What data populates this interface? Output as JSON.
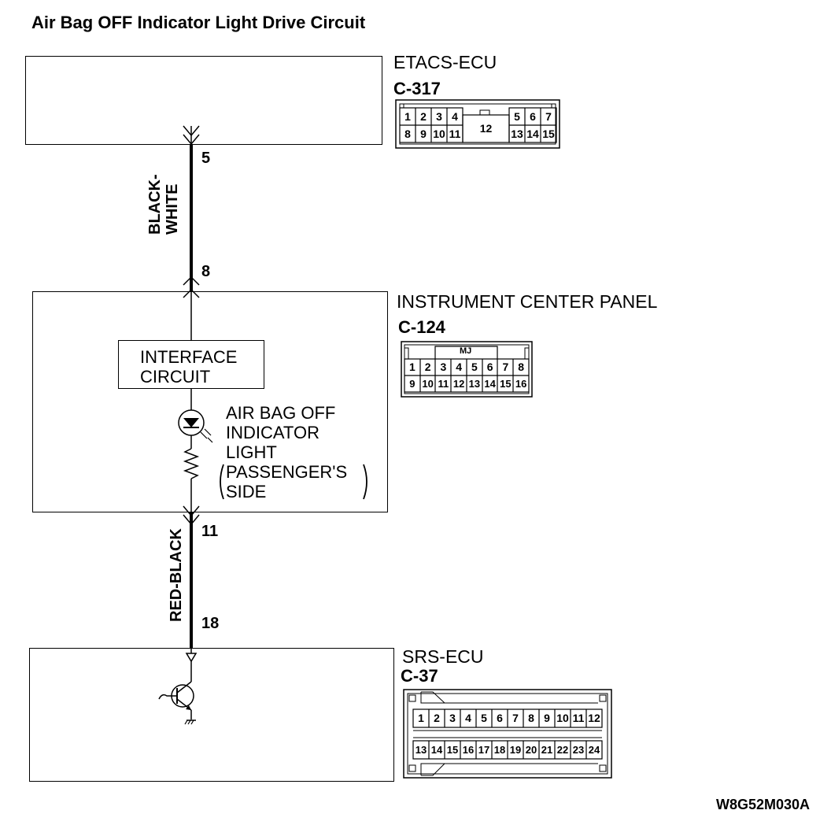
{
  "title": "Air Bag OFF Indicator Light Drive Circuit",
  "components": {
    "etacs": {
      "name": "ETACS-ECU",
      "connector": "C-317"
    },
    "icp": {
      "name": "INSTRUMENT CENTER PANEL",
      "connector": "C-124",
      "connector_tag": "MJ"
    },
    "srs": {
      "name": "SRS-ECU",
      "connector": "C-37"
    }
  },
  "interface": {
    "line1": "INTERFACE",
    "line2": "CIRCUIT"
  },
  "indicator": {
    "line1": "AIR BAG OFF",
    "line2": "INDICATOR",
    "line3": "LIGHT",
    "line4": "PASSENGER'S",
    "line5": "SIDE"
  },
  "wires": {
    "upper": {
      "line1": "BLACK-",
      "line2": "WHITE",
      "pin_top": "5",
      "pin_bottom": "8"
    },
    "lower": {
      "label": "RED-BLACK",
      "pin_top": "11",
      "pin_bottom": "18"
    }
  },
  "connector_c317": {
    "left_top": [
      "1",
      "2",
      "3",
      "4"
    ],
    "left_bottom": [
      "8",
      "9",
      "10",
      "11"
    ],
    "center": "12",
    "right_top": [
      "5",
      "6",
      "7"
    ],
    "right_bottom": [
      "13",
      "14",
      "15"
    ]
  },
  "connector_c124": {
    "top": [
      "1",
      "2",
      "3",
      "4",
      "5",
      "6",
      "7",
      "8"
    ],
    "bottom": [
      "9",
      "10",
      "11",
      "12",
      "13",
      "14",
      "15",
      "16"
    ]
  },
  "connector_c37": {
    "top": [
      "1",
      "2",
      "3",
      "4",
      "5",
      "6",
      "7",
      "8",
      "9",
      "10",
      "11",
      "12"
    ],
    "bottom": [
      "13",
      "14",
      "15",
      "16",
      "17",
      "18",
      "19",
      "20",
      "21",
      "22",
      "23",
      "24"
    ]
  },
  "footer_code": "W8G52M030A"
}
